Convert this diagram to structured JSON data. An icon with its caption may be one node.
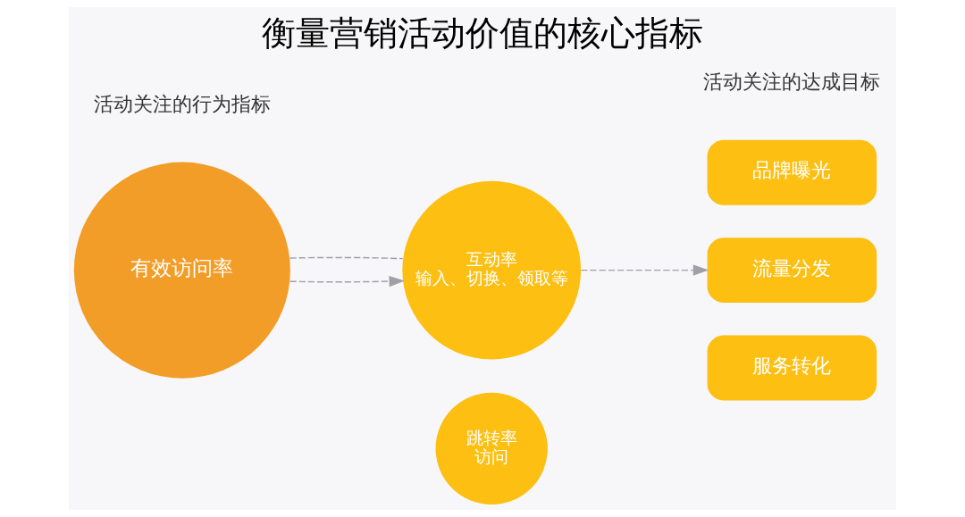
{
  "diagram": {
    "title": "衡量营销活动价值的核心指标",
    "nodes": [
      {
        "text": [
          "有效访问率"
        ]
      },
      {
        "text": [
          "互动率",
          "输入、切换、领取等"
        ]
      },
      {
        "text": [
          "跳转率",
          "访问"
        ]
      },
      {
        "text": [
          "品牌曝光"
        ]
      },
      {
        "text": [
          "流量分发"
        ]
      },
      {
        "text": [
          "服务转化"
        ]
      }
    ],
    "edges": [
      {
        "from": 0,
        "to": 1,
        "arrow": "to",
        "style": "dashed"
      },
      {
        "from": 1,
        "to": 4,
        "arrow": "to",
        "style": "dashed"
      },
      {
        "from": 0,
        "to": 1,
        "arrow": "none",
        "style": "dashed"
      }
    ],
    "labels": [
      "活动关注的行为指标",
      "活动关注的达成目标"
    ]
  }
}
